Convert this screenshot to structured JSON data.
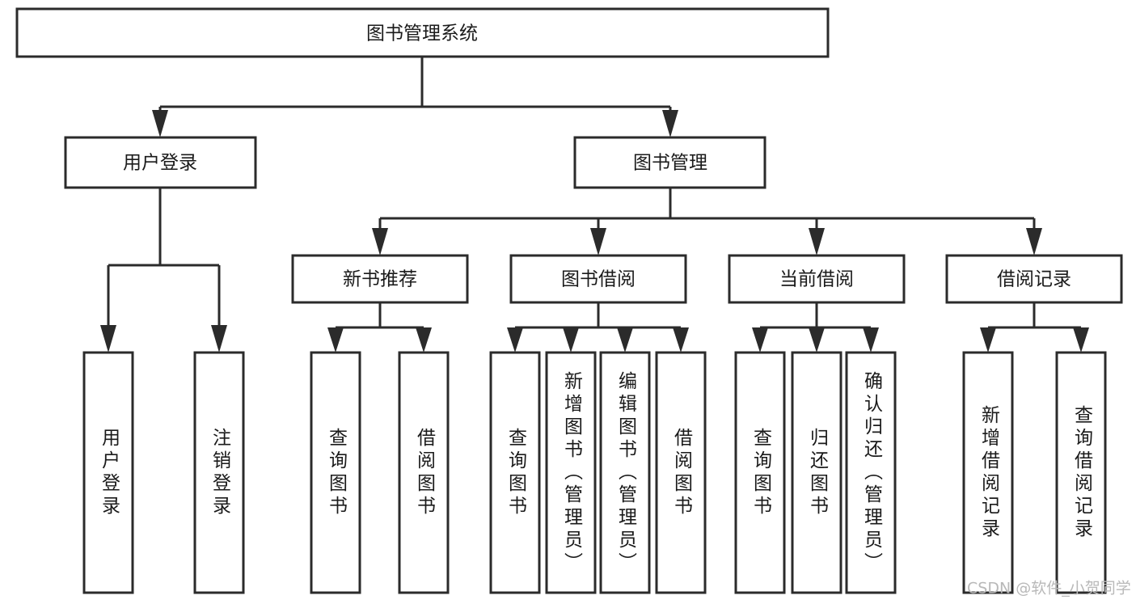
{
  "diagram": {
    "type": "tree",
    "title": "图书管理系统",
    "watermark": "CSDN @软件_小贺同学",
    "colors": {
      "stroke": "#2b2b2b",
      "fill": "#ffffff",
      "text": "#1a1a1a",
      "watermark": "#b9b9b9",
      "background": "#ffffff"
    },
    "levels": {
      "root": {
        "label": "图书管理系统"
      },
      "level2": [
        {
          "id": "user-login",
          "label": "用户登录"
        },
        {
          "id": "book-manage",
          "label": "图书管理"
        }
      ],
      "level3": [
        {
          "id": "new-book-recommend",
          "label": "新书推荐",
          "parent": "book-manage"
        },
        {
          "id": "book-borrow",
          "label": "图书借阅",
          "parent": "book-manage"
        },
        {
          "id": "current-borrow",
          "label": "当前借阅",
          "parent": "book-manage"
        },
        {
          "id": "borrow-record",
          "label": "借阅记录",
          "parent": "book-manage"
        }
      ],
      "leaves": [
        {
          "id": "leaf-user-login",
          "label": "用户登录",
          "parent": "user-login"
        },
        {
          "id": "leaf-logout-login",
          "label": "注销登录",
          "parent": "user-login"
        },
        {
          "id": "leaf-query-book-1",
          "label": "查询图书",
          "parent": "new-book-recommend"
        },
        {
          "id": "leaf-borrow-book-1",
          "label": "借阅图书",
          "parent": "new-book-recommend"
        },
        {
          "id": "leaf-query-book-2",
          "label": "查询图书",
          "parent": "book-borrow"
        },
        {
          "id": "leaf-add-book",
          "label": "新增图书（管理员）",
          "parent": "book-borrow"
        },
        {
          "id": "leaf-edit-book",
          "label": "编辑图书（管理员）",
          "parent": "book-borrow"
        },
        {
          "id": "leaf-borrow-book-2",
          "label": "借阅图书",
          "parent": "book-borrow"
        },
        {
          "id": "leaf-query-book-3",
          "label": "查询图书",
          "parent": "current-borrow"
        },
        {
          "id": "leaf-return-book",
          "label": "归还图书",
          "parent": "current-borrow"
        },
        {
          "id": "leaf-confirm-return",
          "label": "确认归还（管理员）",
          "parent": "current-borrow"
        },
        {
          "id": "leaf-add-record",
          "label": "新增借阅记录",
          "parent": "borrow-record"
        },
        {
          "id": "leaf-query-record",
          "label": "查询借阅记录",
          "parent": "borrow-record"
        }
      ]
    }
  }
}
